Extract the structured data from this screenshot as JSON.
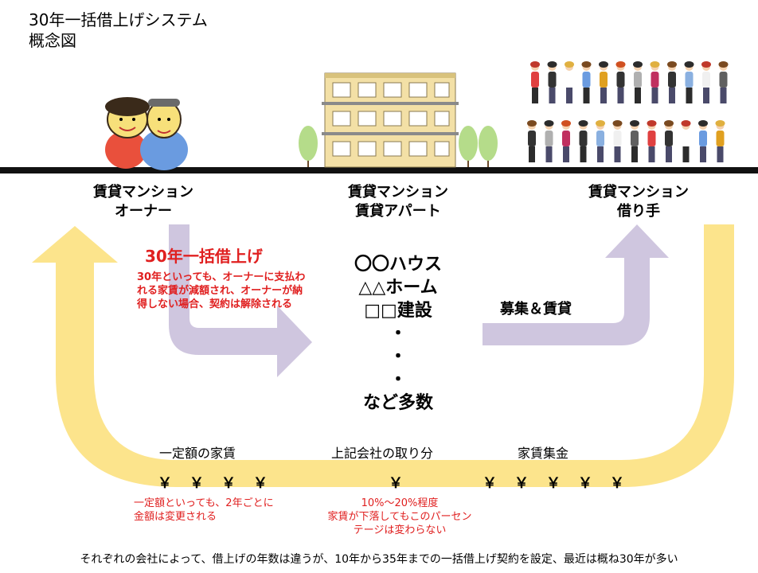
{
  "title": "30年一括借上げシステム\n概念図",
  "stakeholders": {
    "owner": "賃貸マンション\nオーナー",
    "property": "賃貸マンション\n賃貸アパート",
    "tenant": "賃貸マンション\n借り手"
  },
  "master_lease": {
    "heading": "30年一括借上げ",
    "note": "30年といっても、オーナーに支払われる家賃が減額され、オーナーが納得しない場合、契約は解除される"
  },
  "companies": "〇〇ハウス\n△△ホーム\n□□建設\n・\n・\n・\nなど多数",
  "recruit_label": "募集＆賃貸",
  "flow": {
    "fixed_rent": "一定額の家賃",
    "company_share": "上記会社の取り分",
    "rent_collection": "家賃集金",
    "yen_symbol": "￥"
  },
  "notes": {
    "fixed_rent_note": "一定額といっても、2年ごとに\n金額は変更される",
    "share_note": "10%～20%程度\n家賃が下落してもこのパーセン\nテージは変わらない"
  },
  "footer": "それぞれの会社によって、借上げの年数は違うが、10年から35年までの一括借上げ契約を設定、最近は概ね30年が多い",
  "colors": {
    "yellow_arrow": "#fce48c",
    "purple_arrow": "#cfc6df",
    "red_text": "#e02020",
    "ground": "#111111",
    "building": "#f3e0a6",
    "tree": "#b5dc8a"
  }
}
